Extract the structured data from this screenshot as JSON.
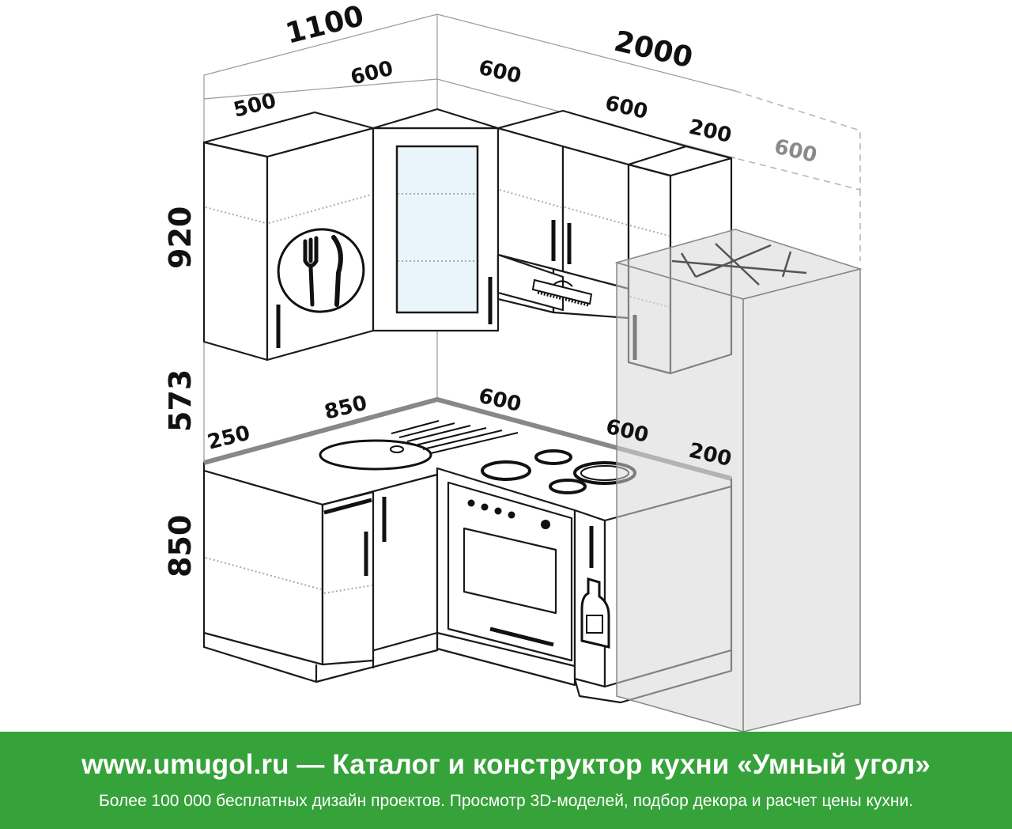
{
  "dimensions": {
    "total_left_width": "1100",
    "total_right_width": "2000",
    "upper_left_500": "500",
    "upper_left_600": "600",
    "upper_right_600a": "600",
    "upper_right_600b": "600",
    "upper_right_200": "200",
    "fridge_width": "600",
    "upper_height": "920",
    "gap_height": "573",
    "base_height": "850",
    "counter_250": "250",
    "counter_850": "850",
    "counter_600a": "600",
    "counter_600b": "600",
    "counter_200": "200"
  },
  "footer": {
    "title": "www.umugol.ru  —  Каталог и конструктор кухни «Умный угол»",
    "subtitle": "Более 100 000 бесплатных дизайн проектов. Просмотр 3D-моделей, подбор декора и расчет цены кухни."
  },
  "colors": {
    "footer_bg": "#36a23a",
    "line": "#1a1a1a",
    "glass": "#eaf4fb"
  }
}
